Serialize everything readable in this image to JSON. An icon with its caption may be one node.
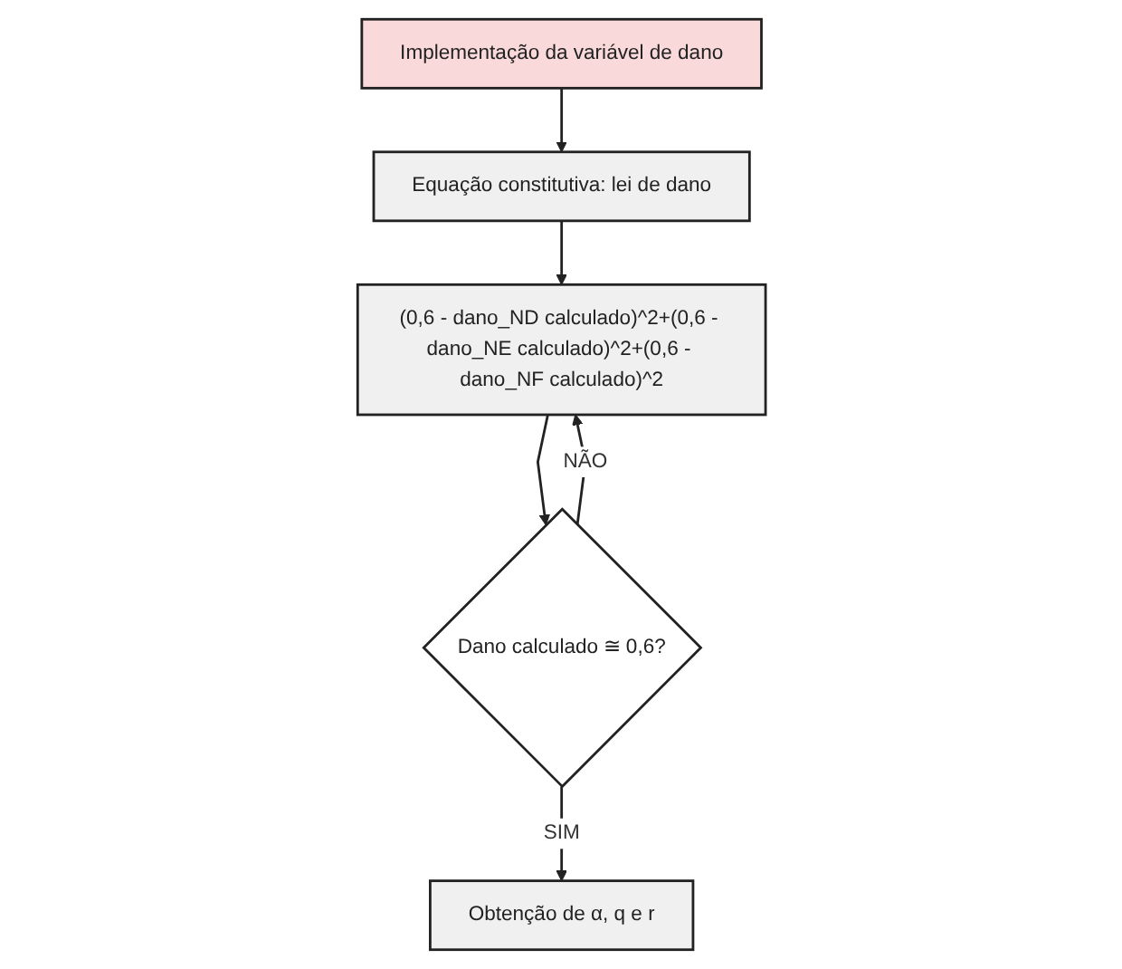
{
  "diagram": {
    "nodes": [
      {
        "text": [
          "Implementação da variável de dano"
        ]
      },
      {
        "text": [
          "Equação constitutiva: lei de dano"
        ]
      },
      {
        "text": [
          "(0,6 - dano_ND calculado)^2+(0,6 - dano_NE calculado)^2+(0,6 - dano_NF calculado)^2"
        ]
      },
      {
        "text": [
          "Dano calculado ≅ 0,6?"
        ]
      },
      {
        "text": [
          "Obtenção de α, q e r"
        ]
      }
    ],
    "edges": [
      {
        "from": 0,
        "to": 1,
        "arrow": "to"
      },
      {
        "from": 1,
        "to": 2,
        "arrow": "to"
      },
      {
        "from": 2,
        "to": 3,
        "arrow": "to"
      },
      {
        "from": 3,
        "to": 4,
        "arrow": "to",
        "label": "SIM"
      },
      {
        "from": 3,
        "to": 2,
        "arrow": "to",
        "label": "NÃO"
      }
    ]
  }
}
